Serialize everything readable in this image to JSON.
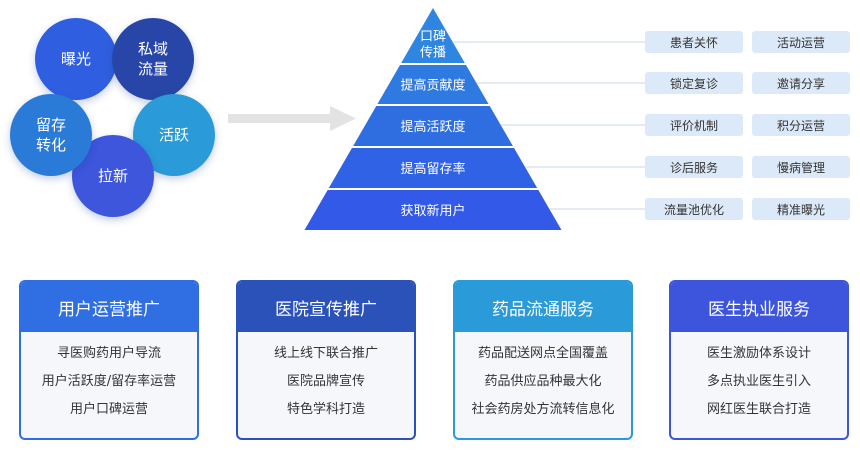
{
  "cycle": {
    "circles": [
      {
        "label": "曝光",
        "color": "#2f5fe0"
      },
      {
        "label": "私域\n流量",
        "color": "#2846a8"
      },
      {
        "label": "活跃",
        "color": "#2a9ad8"
      },
      {
        "label": "拉新",
        "color": "#3d56dc"
      },
      {
        "label": "留存\n转化",
        "color": "#2a7ad8"
      }
    ]
  },
  "pyramid": {
    "levels": [
      {
        "label": "口碑\n传播",
        "color": "#2f86e0"
      },
      {
        "label": "提高贡献度",
        "color": "#2f7ae0"
      },
      {
        "label": "提高活跃度",
        "color": "#2e6ee0"
      },
      {
        "label": "提高留存率",
        "color": "#2f62e4"
      },
      {
        "label": "获取新用户",
        "color": "#3259e8"
      }
    ]
  },
  "tags": [
    [
      "患者关怀",
      "活动运营"
    ],
    [
      "锁定复诊",
      "邀请分享"
    ],
    [
      "评价机制",
      "积分运营"
    ],
    [
      "诊后服务",
      "慢病管理"
    ],
    [
      "流量池优化",
      "精准曝光"
    ]
  ],
  "cards": [
    {
      "title": "用户运营推广",
      "color": "#2f6fe3",
      "border": "#2f6fe3",
      "items": [
        "寻医购药用户导流",
        "用户活跃度/留存率运营",
        "用户口碑运营"
      ]
    },
    {
      "title": "医院宣传推广",
      "color": "#2a52b8",
      "border": "#2a52b8",
      "items": [
        "线上线下联合推广",
        "医院品牌宣传",
        "特色学科打造"
      ]
    },
    {
      "title": "药品流通服务",
      "color": "#2a9ad8",
      "border": "#2a9ad8",
      "items": [
        "药品配送网点全国覆盖",
        "药品供应品种最大化",
        "社会药房处方流转信息化"
      ]
    },
    {
      "title": "医生执业服务",
      "color": "#3d55dc",
      "border": "#3d55dc",
      "items": [
        "医生激励体系设计",
        "多点执业医生引入",
        "网红医生联合打造"
      ]
    }
  ]
}
